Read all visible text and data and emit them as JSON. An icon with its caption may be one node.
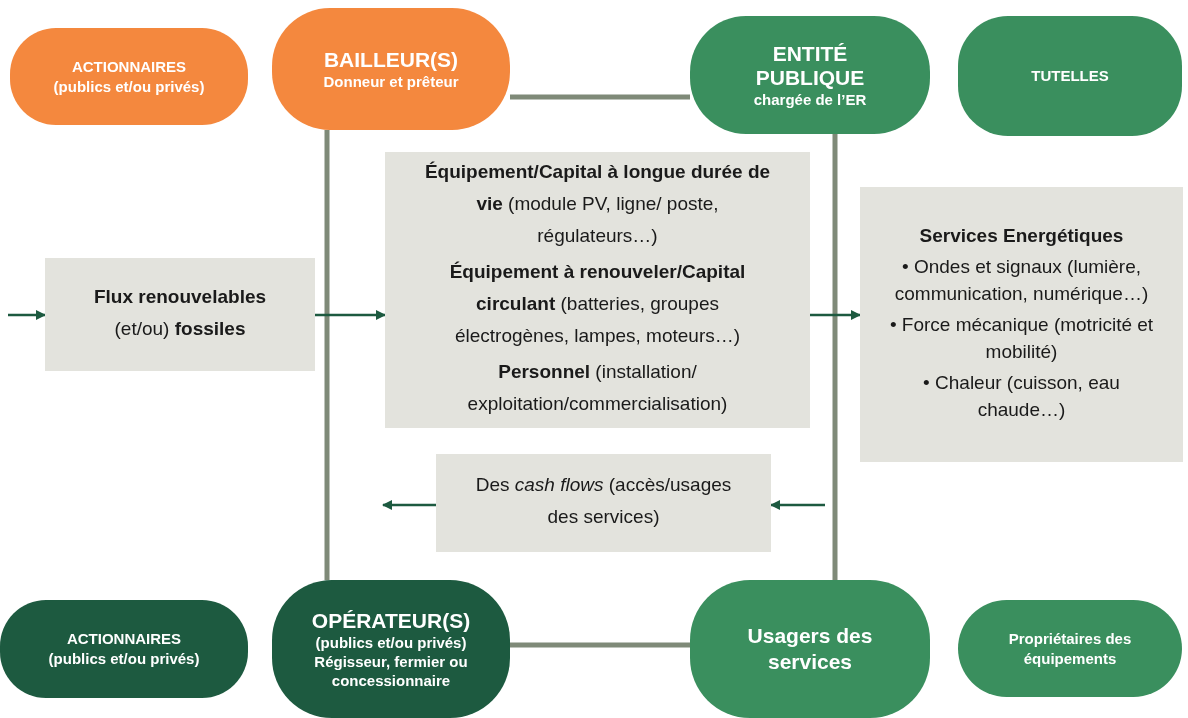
{
  "diagram": {
    "nodes": [
      {
        "text": [
          "ACTIONNAIRES (publics et/ou privés)"
        ]
      },
      {
        "text": [
          "BAILLEUR(S)",
          "Donneur et prêteur"
        ]
      },
      {
        "text": [
          "ENTITÉ PUBLIQUE",
          "chargée de l’ER"
        ]
      },
      {
        "text": [
          "TUTELLES"
        ]
      },
      {
        "text": [
          "**Flux renouvelables** (et/ou) **fossiles**"
        ]
      },
      {
        "text": [
          "**Équipement/Capital à longue durée de vie** (module PV, ligne/ poste, régulateurs…)",
          "**Équipement à renouveler/Capital circulant** (batteries, groupes électrogènes, lampes, moteurs…)",
          "**Personnel** (installation/ exploitation/commercialisation)"
        ]
      },
      {
        "text": [
          "Services Energétiques",
          "• Ondes et signaux (lumière, communication, numérique…)",
          "• Force mécanique (motricité et mobilité)",
          "• Chaleur (cuisson, eau chaude…)"
        ]
      },
      {
        "text": [
          "Des *cash flows* (accès/usages des services)"
        ]
      },
      {
        "text": [
          "ACTIONNAIRES (publics et/ou privés)"
        ]
      },
      {
        "text": [
          "OPÉRATEUR(S)",
          "(publics et/ou privés) Régisseur, fermier ou concessionnaire"
        ]
      },
      {
        "text": [
          "Usagers des services"
        ]
      },
      {
        "text": [
          "Propriétaires des équipements"
        ]
      }
    ],
    "edges": [
      {
        "from": 1,
        "to": 2,
        "arrow": "none",
        "style": "thick",
        "color": "#7f8a78"
      },
      {
        "from": 1,
        "to": 9,
        "arrow": "none",
        "style": "thick",
        "color": "#7f8a78"
      },
      {
        "from": 2,
        "to": 10,
        "arrow": "none",
        "style": "thick",
        "color": "#7f8a78"
      },
      {
        "from": 9,
        "to": 10,
        "arrow": "none",
        "style": "thick",
        "color": "#7f8a78"
      },
      {
        "from": null,
        "to": 4,
        "arrow": "to"
      },
      {
        "from": 4,
        "to": 5,
        "arrow": "to"
      },
      {
        "from": 5,
        "to": 6,
        "arrow": "to"
      },
      {
        "from": null,
        "to": 7,
        "arrow": "to"
      },
      {
        "from": 7,
        "to": null,
        "arrow": "to"
      }
    ]
  }
}
